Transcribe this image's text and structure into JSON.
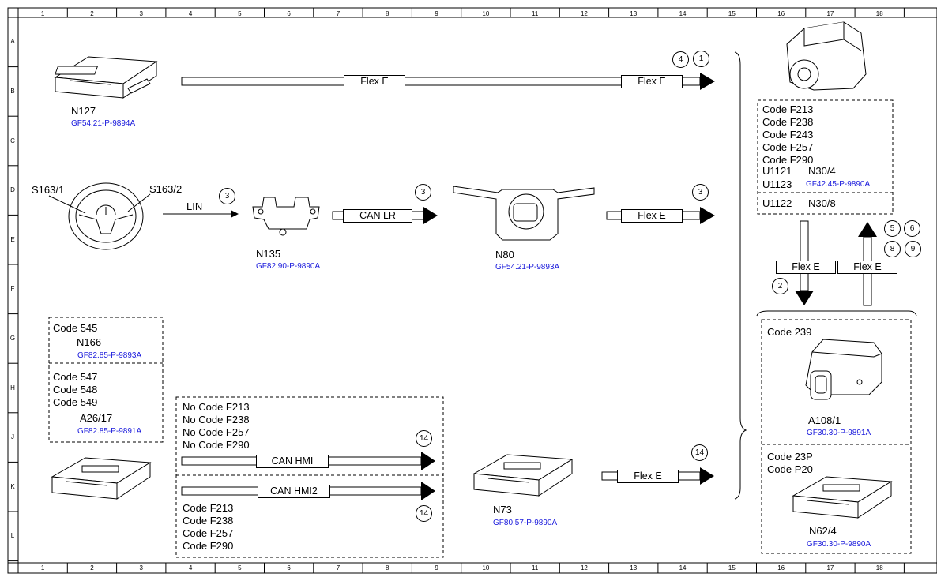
{
  "grid": {
    "columns": [
      "1",
      "2",
      "3",
      "4",
      "5",
      "6",
      "7",
      "8",
      "9",
      "10",
      "11",
      "12",
      "13",
      "14",
      "15",
      "16",
      "17",
      "18"
    ],
    "rows": [
      "A",
      "B",
      "C",
      "D",
      "E",
      "F",
      "G",
      "H",
      "J",
      "K",
      "L"
    ]
  },
  "components": {
    "n127": {
      "name": "N127",
      "ref": "GF54.21-P-9894A"
    },
    "s163_1": {
      "name": "S163/1"
    },
    "s163_2": {
      "name": "S163/2"
    },
    "n135": {
      "name": "N135",
      "ref": "GF82.90-P-9890A"
    },
    "n80": {
      "name": "N80",
      "ref": "GF54.21-P-9893A"
    },
    "n166": {
      "code": "Code 545",
      "name": "N166",
      "ref": "GF82.85-P-9893A"
    },
    "a26_17": {
      "codes": [
        "Code 547",
        "Code 548",
        "Code 549"
      ],
      "name": "A26/17",
      "ref": "GF82.85-P-9891A"
    },
    "n73": {
      "name": "N73",
      "ref": "GF80.57-P-9890A"
    },
    "n30": {
      "codes": [
        "Code F213",
        "Code F238",
        "Code F243",
        "Code F257",
        "Code F290"
      ],
      "u1121": "U1121",
      "n30_4": "N30/4",
      "u1123": "U1123",
      "ref": "GF42.45-P-9890A",
      "u1122": "U1122",
      "n30_8": "N30/8"
    },
    "a108_1": {
      "code": "Code 239",
      "name": "A108/1",
      "ref": "GF30.30-P-9891A"
    },
    "n62_4": {
      "codes": [
        "Code 23P",
        "Code P20"
      ],
      "name": "N62/4",
      "ref": "GF30.30-P-9890A"
    }
  },
  "connections": {
    "flex_e": "Flex E",
    "lin": "LIN",
    "can_lr": "CAN LR",
    "can_hmi": "CAN HMI",
    "can_hmi2": "CAN HMI2"
  },
  "hmi_box": {
    "no_codes": [
      "No Code F213",
      "No Code F238",
      "No Code F257",
      "No Code F290"
    ],
    "codes": [
      "Code F213",
      "Code F238",
      "Code F257",
      "Code F290"
    ]
  },
  "markers": {
    "m1": "1",
    "m2": "2",
    "m3": "3",
    "m4": "4",
    "m5": "5",
    "m6": "6",
    "m8": "8",
    "m9": "9",
    "m14": "14"
  }
}
